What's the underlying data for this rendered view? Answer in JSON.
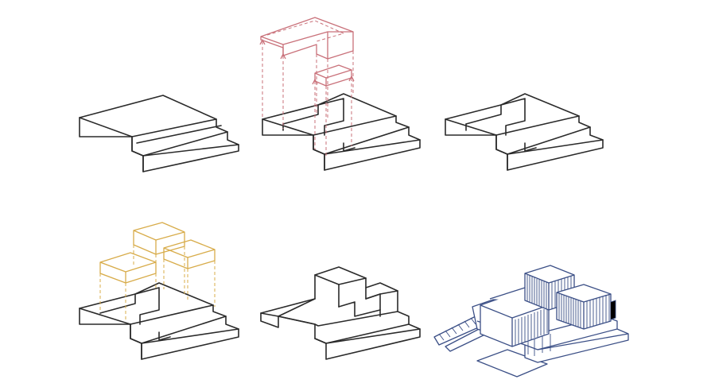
{
  "colors": {
    "ink": "#2a2a2a",
    "subtract_red": "#c9717a",
    "add_yellow": "#d8ac4a",
    "final_blue": "#3b4f86"
  },
  "steps": [
    {
      "id": 1,
      "label": ""
    },
    {
      "id": 2,
      "label": ""
    },
    {
      "id": 3,
      "label": ""
    },
    {
      "id": 4,
      "label": ""
    },
    {
      "id": 5,
      "label": ""
    },
    {
      "id": 6,
      "label": ""
    }
  ]
}
